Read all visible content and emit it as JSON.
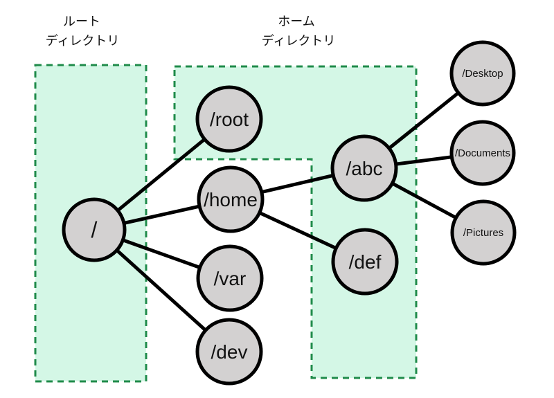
{
  "diagram": {
    "type": "filesystem-directory-tree",
    "regions": {
      "root": {
        "label_line1": "ルート",
        "label_line2": "ディレクトリ"
      },
      "home": {
        "label_line1": "ホーム",
        "label_line2": "ディレクトリ"
      }
    },
    "nodes": {
      "slash": {
        "label": "/"
      },
      "root": {
        "label": "/root"
      },
      "home": {
        "label": "/home"
      },
      "var": {
        "label": "/var"
      },
      "dev": {
        "label": "/dev"
      },
      "abc": {
        "label": "/abc"
      },
      "def": {
        "label": "/def"
      },
      "desktop": {
        "label": "/Desktop"
      },
      "documents": {
        "label": "/Documents"
      },
      "pictures": {
        "label": "/Pictures"
      }
    },
    "edges": [
      {
        "from": "/",
        "to": "/root"
      },
      {
        "from": "/",
        "to": "/home"
      },
      {
        "from": "/",
        "to": "/var"
      },
      {
        "from": "/",
        "to": "/dev"
      },
      {
        "from": "/home",
        "to": "/abc"
      },
      {
        "from": "/home",
        "to": "/def"
      },
      {
        "from": "/abc",
        "to": "/Desktop"
      },
      {
        "from": "/abc",
        "to": "/Documents"
      },
      {
        "from": "/abc",
        "to": "/Pictures"
      }
    ],
    "colors": {
      "region_fill": "#d4f7e6",
      "region_border": "#1f8b4a",
      "node_fill": "#d3d1d1",
      "node_border": "#000000",
      "edge": "#000000",
      "background": "#ffffff",
      "text": "#111111"
    }
  }
}
